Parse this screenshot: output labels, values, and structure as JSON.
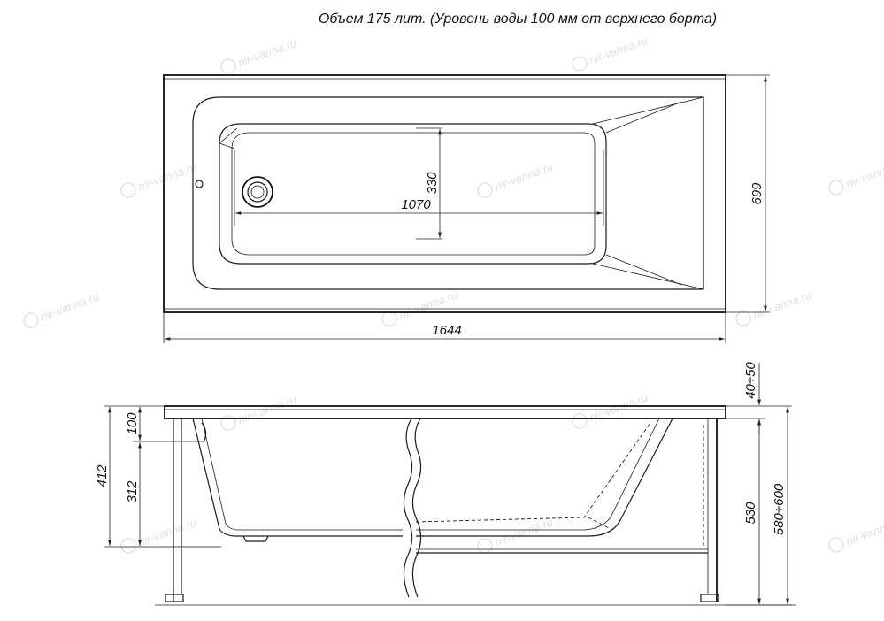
{
  "header": {
    "title": "Объем 175 лит. (Уровень воды 100 мм от верхнего борта)"
  },
  "top_view": {
    "width_label": "699",
    "length_label": "1644",
    "inner_length_label": "1070",
    "inner_width_label": "330"
  },
  "side_view": {
    "rim_label": "40÷50",
    "water_label": "100",
    "total_depth_label": "412",
    "depth_label": "312",
    "leg_height_label": "530",
    "total_height_label": "580÷600"
  },
  "watermark": {
    "text": "nir-vanna.ru",
    "color": "#c8c8c8"
  }
}
